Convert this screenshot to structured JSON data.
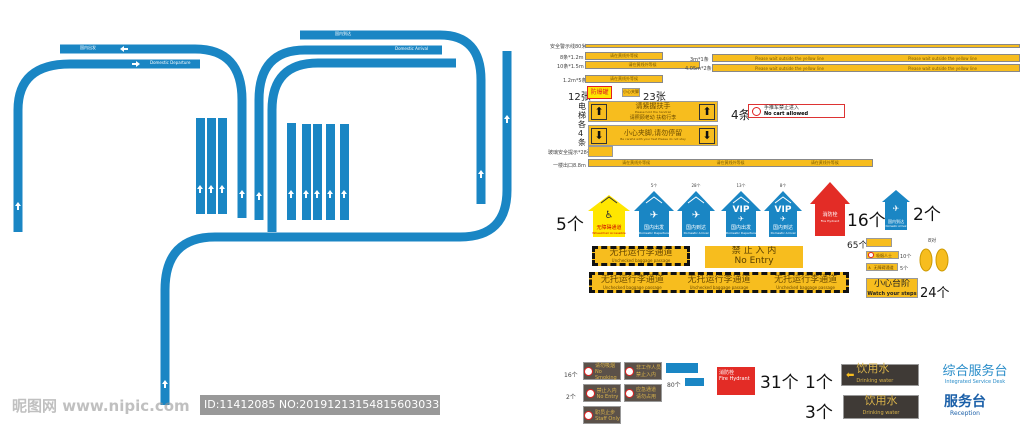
{
  "colors": {
    "blue": "#1a86c4",
    "yellow": "#f7bd1e",
    "red": "#e32c26",
    "brown": "#5b5149"
  },
  "floor_paths": {
    "departure_text": "国内出发",
    "departure_en": "Domestic Departure",
    "arrival_text": "国内到达",
    "arrival_en": "Domestic Arrival"
  },
  "strips": {
    "safety_line": "安全警示线80米",
    "s1": "8条*1.2m",
    "s2": "10条*1.5m",
    "s3": "3m*1条",
    "s4": "4.05m*2条",
    "s5": "1.2m*5条",
    "strip_text": "请在黄线外等候",
    "strip_en": "Please wait outside the yellow line",
    "exit": "一楼出口8.8m",
    "glass": "玻璃安全提示*28张"
  },
  "small": {
    "count12": "12张",
    "explosion": "防爆罐",
    "count23": "23张",
    "caution_feet": "小心夹脚"
  },
  "escalator": {
    "label": "电梯各4条",
    "sign1_cn": "请紧握扶手",
    "sign1_en": "Please hold the handrail",
    "sign1_cn2": "请照顾老幼 扶稳行李",
    "sign2_cn": "小心夹脚,请勿停留",
    "sign2_en": "Be careful with your feet  Please do not stay"
  },
  "nocart": {
    "count": "4条",
    "cn": "手推车禁止进入",
    "en": "No cart allowed"
  },
  "arrows": [
    {
      "count": "5个",
      "cn": "无障碍通道",
      "en": "Wheelchair Accessible",
      "icon": "wheelchair"
    },
    {
      "count": "5个",
      "cn": "国内出发",
      "en": "Domestic Departure",
      "icon": "departure"
    },
    {
      "count": "28个",
      "cn": "国内到达",
      "en": "Domestic Arrival",
      "icon": "arrival"
    },
    {
      "count": "13个",
      "cn": "国内出发",
      "en": "Domestic Departure",
      "top": "VIP",
      "icon": "departure"
    },
    {
      "count": "8个",
      "cn": "国内到达",
      "en": "Domestic Arrival",
      "top": "VIP",
      "icon": "arrival"
    }
  ],
  "fire": {
    "cn": "消防栓",
    "en": "Fire Hydrant",
    "count": "16个"
  },
  "arrival_small": {
    "cn": "国内到达",
    "en": "Domestic Arrival",
    "count": "2个"
  },
  "baggage": {
    "cn": "无托运行李通道",
    "en": "Unchecked baggage passage"
  },
  "noentry": {
    "cn": "禁 止 入 内",
    "en": "No  Entry"
  },
  "right_small": {
    "count65": "65个",
    "nosmoke": "吸烟人士",
    "count10": "10个",
    "wheel": "无障碍通道",
    "count5": "5个",
    "feet": "8对",
    "steps_cn": "小心台阶",
    "steps_en": "Watch your steps",
    "count24": "24个"
  },
  "bottom": {
    "count16": "16个",
    "count2": "2个",
    "count80": "80个",
    "nosmoking_cn": "请勿吸烟",
    "nosmoking_en": "No Smoking",
    "noentry_cn": "禁止入内",
    "noentry_en": "No Entry",
    "staff_cn": "职员止步",
    "staff_en": "Staff Only",
    "b2": "非工作人员 禁止入内",
    "b4": "应急通道 请勿占用",
    "fire_cn": "消防栓",
    "fire_en": "Fire Hydrant",
    "count31": "31个",
    "count1": "1个",
    "count3": "3个",
    "water_cn": "饮用水",
    "water_en": "Drinking water",
    "service_cn": "综合服务台",
    "service_en": "Integrated Service Desk",
    "reception_cn": "服务台",
    "reception_en": "Reception"
  },
  "watermark": {
    "site": "昵图网 www.nipic.com",
    "id": "ID:11412085 NO:20191213154815603033"
  }
}
